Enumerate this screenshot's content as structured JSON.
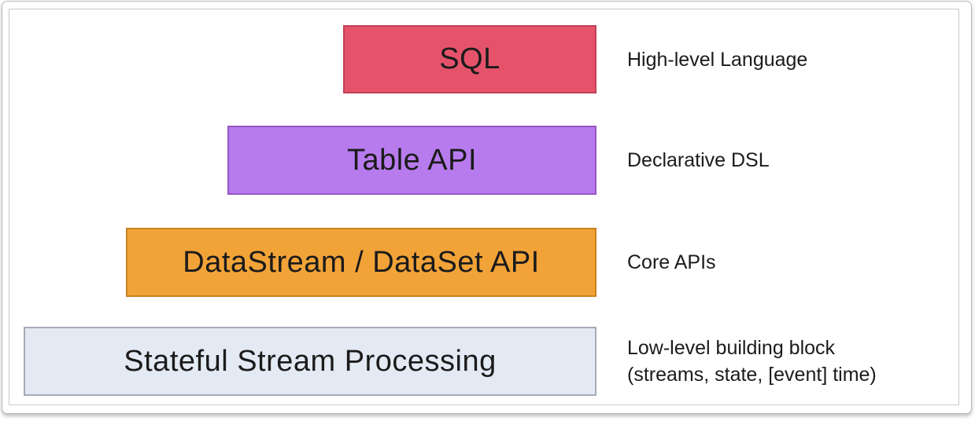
{
  "layers": [
    {
      "label": "SQL",
      "annotation": [
        "High-level Language"
      ],
      "fill_color": "#e5536b",
      "border_color": "#bf4258"
    },
    {
      "label": "Table API",
      "annotation": [
        "Declarative DSL"
      ],
      "fill_color": "#b87bee",
      "border_color": "#9457c4"
    },
    {
      "label": "DataStream / DataSet API",
      "annotation": [
        "Core APIs"
      ],
      "fill_color": "#f2a338",
      "border_color": "#c8811f"
    },
    {
      "label": "Stateful Stream Processing",
      "annotation": [
        "Low-level building block",
        "(streams, state, [event] time)"
      ],
      "fill_color": "#e4eaf4",
      "border_color": "#a5abb5"
    }
  ],
  "colors": {
    "text": "#1b1b1b",
    "frame_border": "#b7b7b7",
    "inner_border": "#c9c9c9"
  }
}
